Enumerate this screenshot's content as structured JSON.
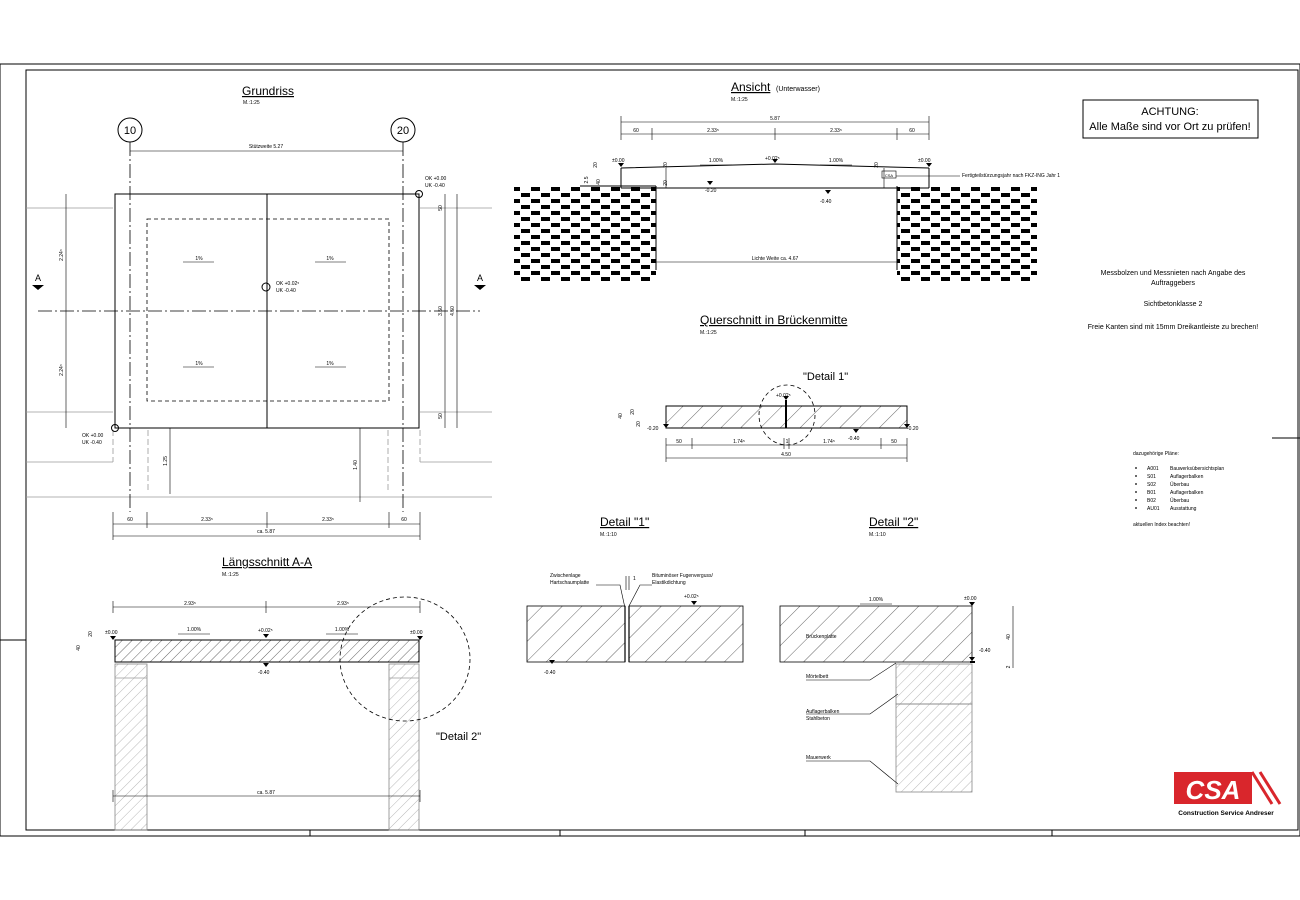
{
  "grundriss": {
    "title": "Grundriss",
    "scale": "M.:1:25",
    "axis_left": "10",
    "axis_right": "20",
    "stuetzweite": "Stützweite 5.27",
    "ok_top": "OK +0.00",
    "uk_top": "UK -0.40",
    "ok_bottom": "OK +0.00",
    "uk_bottom": "UK -0.40",
    "ok_center": "OK +0.02⁵",
    "uk_center": "UK -0.40",
    "slope_tl": "1%",
    "slope_tr": "1%",
    "slope_bl": "1%",
    "slope_br": "1%",
    "section_mark": "A",
    "dim_left_top": "2.24⁵",
    "dim_left_bottom": "2.24⁵",
    "dim_r_50a": "50",
    "dim_r_350": "3.50",
    "dim_r_50b": "50",
    "dim_r_450": "4.50",
    "dim_125": "1.25",
    "dim_140": "1.40",
    "dim_b_60a": "60",
    "dim_b_233a": "2.33⁵",
    "dim_b_233b": "2.33⁵",
    "dim_b_60b": "60",
    "dim_total": "ca. 5.87"
  },
  "ansicht": {
    "title": "Ansicht",
    "subtitle": "(Unterwasser)",
    "scale": "M.:1:25",
    "dim_total": "5.87",
    "dim_60a": "60",
    "dim_233a": "2.33⁵",
    "dim_233b": "2.33⁵",
    "dim_60b": "60",
    "lv_left": "±0.00",
    "lv_right": "±0.00",
    "lv_center": "+0.02⁵",
    "slope_left": "1.00%",
    "slope_right": "1.00%",
    "lv_m020": "-0.20",
    "lv_m040": "-0.40",
    "fertigteil_label": "Fertigteilstürzungsjahr nach FKZ-ING Jahr 1",
    "csa_small": "CSA",
    "lichte_weite": "Lichte Weite  ca. 4.67",
    "dim_v_20a": "20",
    "dim_v_20b": "20",
    "dim_v_20c": "20",
    "dim_v_20d": "20",
    "dim_v_40": "40",
    "dim_v_25": "2.5"
  },
  "achtung": {
    "line1": "ACHTUNG:",
    "line2": "Alle Maße sind vor Ort zu prüfen!"
  },
  "notes": {
    "messbolzen_1": "Messbolzen und Messnieten nach Angabe des",
    "messbolzen_2": "Auftraggebers",
    "sichtbeton": "Sichtbetonklasse 2",
    "freie_kanten": "Freie Kanten sind mit 15mm Dreikantleiste zu brechen!"
  },
  "plans": {
    "title": "dazugehörige Pläne:",
    "items": [
      {
        "code": "A001",
        "name": "Bauwerksübersichtsplan"
      },
      {
        "code": "S01",
        "name": "Auflagerbalken"
      },
      {
        "code": "S02",
        "name": "Überbau"
      },
      {
        "code": "B01",
        "name": "Auflagerbalken"
      },
      {
        "code": "B02",
        "name": "Überbau"
      },
      {
        "code": "AU01",
        "name": "Ausstattung"
      }
    ],
    "footer": "aktuellen Index beachten!"
  },
  "querschnitt": {
    "title": "Querschnitt in Brückenmitte",
    "scale": "M.:1:25",
    "detail1_label": "\"Detail 1\"",
    "lv_top": "+0.02⁵",
    "lv_left": "-0.20",
    "lv_right": "-0.20",
    "lv_m040": "-0.40",
    "dim_50a": "50",
    "dim_174a": "1.74⁵",
    "dim_1": "1",
    "dim_174b": "1.74⁵",
    "dim_50b": "50",
    "dim_total": "4.50",
    "dim_v_20a": "20",
    "dim_v_20b": "20",
    "dim_v_40": "40"
  },
  "detail1": {
    "title": "Detail \"1\"",
    "scale": "M.:1:10",
    "label_left_1": "Zwischenlage",
    "label_left_2": "Hartschaumplatte",
    "label_right_1": "Bituminöser Fugenverguss/",
    "label_right_2": "Elastikdichtung",
    "lv_top": "+0.02⁵",
    "lv_bottom": "-0.40",
    "dim_1": "1"
  },
  "detail2": {
    "title": "Detail \"2\"",
    "scale": "M.:1:10",
    "slope": "1.00%",
    "lv_top": "±0.00",
    "lv_bottom": "-0.40",
    "brueckenplatte": "Brückenplatte",
    "moertelbett": "Mörtelbett",
    "auflager_1": "Auflagerbalken",
    "auflager_2": "Stahlbeton",
    "mauerwerk": "Mauerwerk",
    "dim_40": "40",
    "dim_2": "2"
  },
  "laengsschnitt": {
    "title": "Längsschnitt A-A",
    "scale": "M.:1:25",
    "dim_293a": "2.93⁵",
    "dim_293b": "2.93⁵",
    "lv_left": "±0.00",
    "lv_right": "±0.00",
    "lv_center": "+0.02⁵",
    "slope_left": "1.00%",
    "slope_right": "1.00%",
    "lv_m040": "-0.40",
    "dim_total": "ca. 5.87",
    "detail2_label": "\"Detail 2\"",
    "dim_v_20": "20",
    "dim_v_40": "40"
  },
  "logo": {
    "mark": "CSA",
    "text": "Construction Service Andreser",
    "color": "#d9262c"
  }
}
